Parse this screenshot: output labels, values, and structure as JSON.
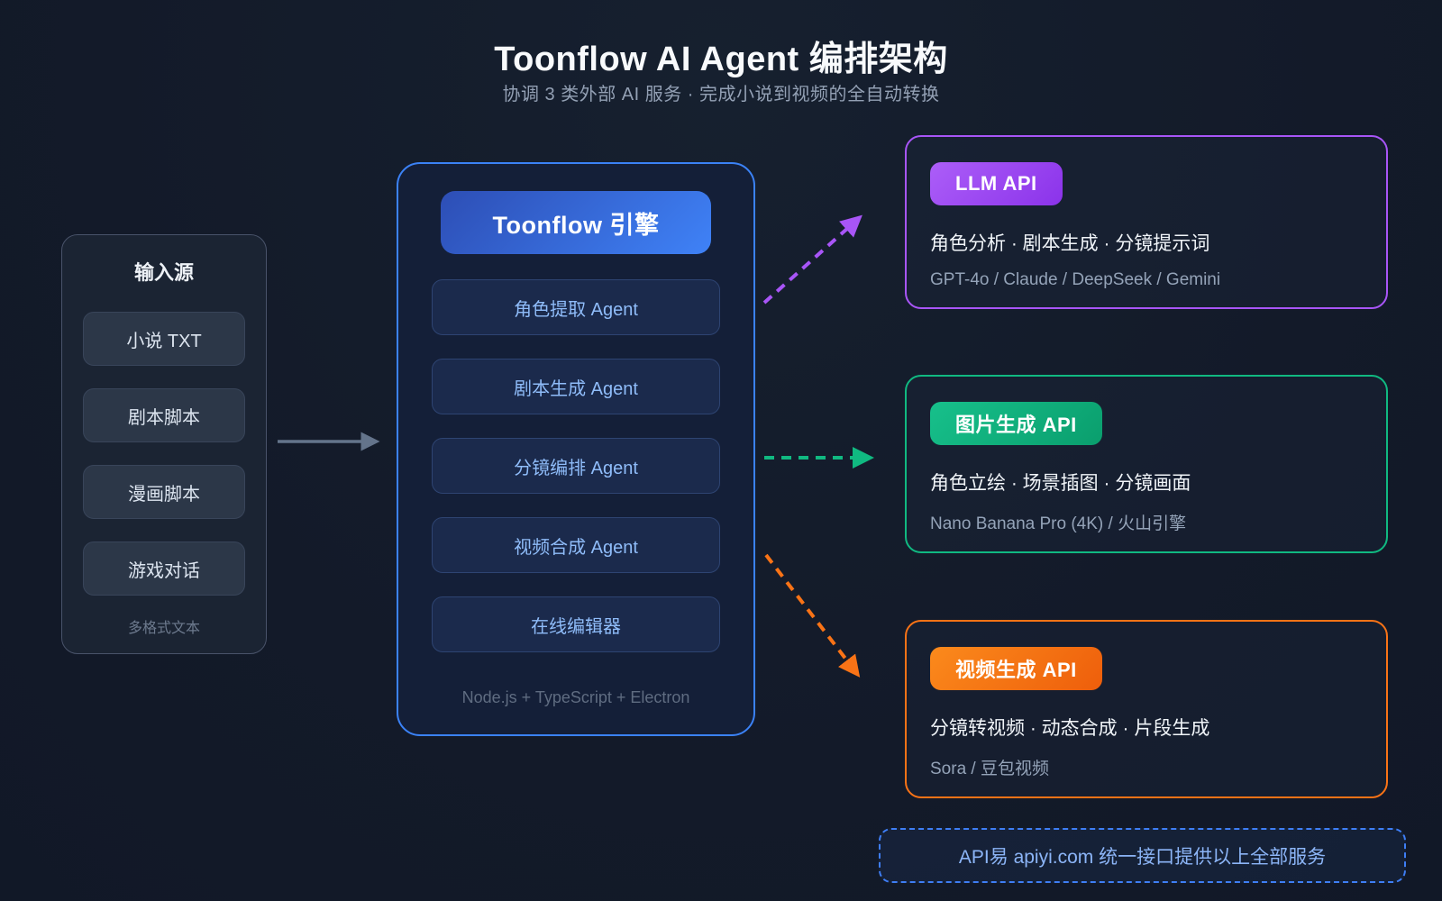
{
  "header": {
    "title": "Toonflow AI Agent 编排架构",
    "subtitle": "协调 3 类外部 AI 服务 · 完成小说到视频的全自动转换"
  },
  "colors": {
    "blue_accent": "#3b82f6",
    "purple": "#a855f7",
    "green": "#10b981",
    "orange": "#f97316",
    "arrow_gray": "#64748b"
  },
  "input_source": {
    "title": "输入源",
    "items": [
      "小说 TXT",
      "剧本脚本",
      "漫画脚本",
      "游戏对话"
    ],
    "footer": "多格式文本"
  },
  "engine": {
    "title": "Toonflow 引擎",
    "agents": [
      "角色提取 Agent",
      "剧本生成 Agent",
      "分镜编排 Agent",
      "视频合成 Agent",
      "在线编辑器"
    ],
    "footer": "Node.js + TypeScript + Electron"
  },
  "services": [
    {
      "badge": "LLM API",
      "description": "角色分析 · 剧本生成 · 分镜提示词",
      "providers": "GPT-4o / Claude / DeepSeek / Gemini",
      "accent": "#a855f7"
    },
    {
      "badge": "图片生成 API",
      "description": "角色立绘 · 场景插图 · 分镜画面",
      "providers": "Nano Banana Pro (4K) / 火山引擎",
      "accent": "#10b981"
    },
    {
      "badge": "视频生成 API",
      "description": "分镜转视频 · 动态合成 · 片段生成",
      "providers": "Sora / 豆包视频",
      "accent": "#f97316"
    }
  ],
  "footer_banner": {
    "text": "API易 apiyi.com 统一接口提供以上全部服务"
  }
}
